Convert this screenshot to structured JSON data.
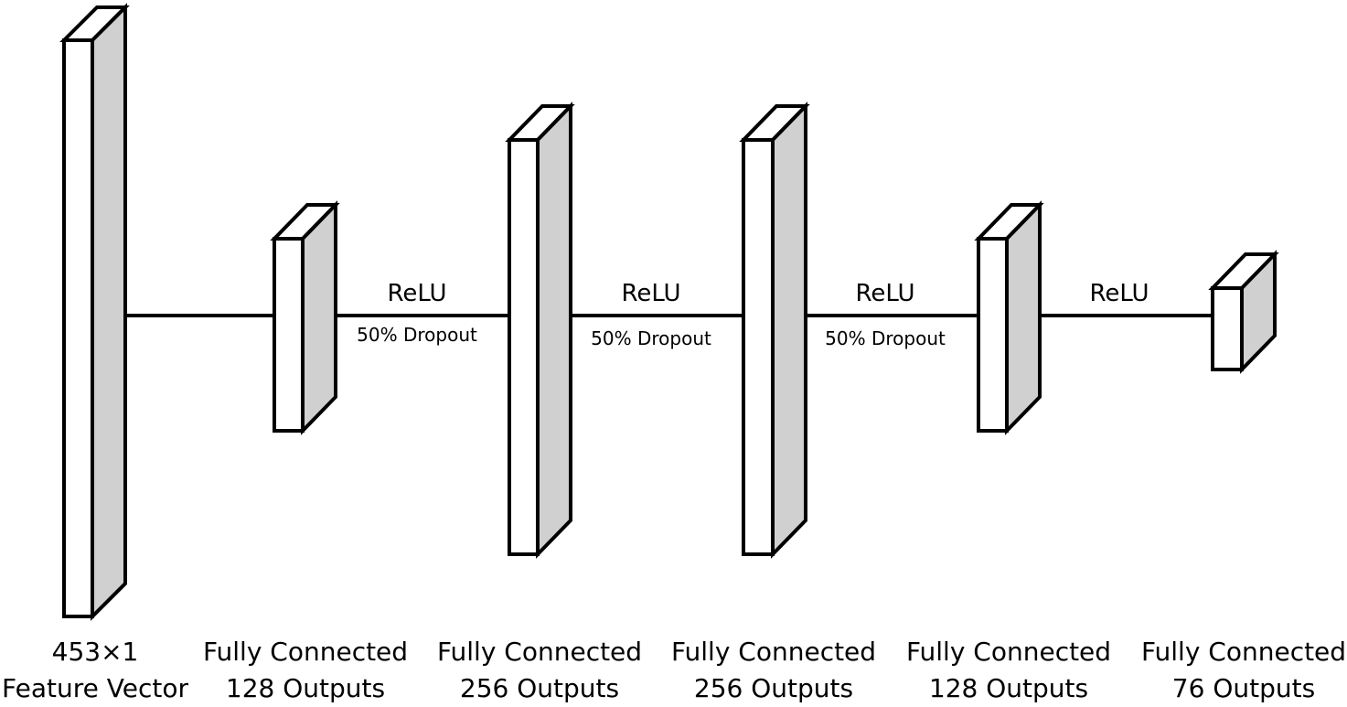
{
  "layers": [
    {
      "name": "input",
      "caption": [
        "453×1",
        "Feature Vector"
      ]
    },
    {
      "name": "fc1",
      "caption": [
        "Fully Connected",
        "128 Outputs"
      ]
    },
    {
      "name": "fc2",
      "caption": [
        "Fully Connected",
        "256 Outputs"
      ]
    },
    {
      "name": "fc3",
      "caption": [
        "Fully Connected",
        "256 Outputs"
      ]
    },
    {
      "name": "fc4",
      "caption": [
        "Fully Connected",
        "128 Outputs"
      ]
    },
    {
      "name": "fc5",
      "caption": [
        "Fully Connected",
        "76 Outputs"
      ]
    }
  ],
  "connections": [
    {
      "activation": "",
      "dropout": ""
    },
    {
      "activation": "ReLU",
      "dropout": "50% Dropout"
    },
    {
      "activation": "ReLU",
      "dropout": "50% Dropout"
    },
    {
      "activation": "ReLU",
      "dropout": "50% Dropout"
    },
    {
      "activation": "ReLU",
      "dropout": ""
    }
  ],
  "colors": {
    "front": "#ffffff",
    "side": "#d0d0d0",
    "stroke": "#000000"
  }
}
